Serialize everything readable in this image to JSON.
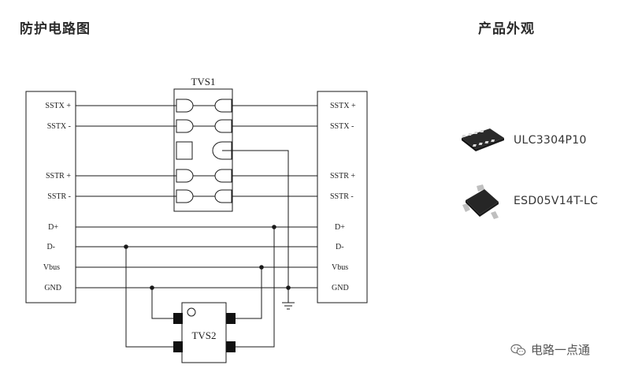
{
  "titles": {
    "left": "防护电路图",
    "right": "产品外观"
  },
  "circuit": {
    "left_pins": [
      "SSTX +",
      "SSTX -",
      "SSTR +",
      "SSTR -",
      "D+",
      "D-",
      "Vbus",
      "GND"
    ],
    "right_pins": [
      "SSTX +",
      "SSTX -",
      "SSTR +",
      "SSTR -",
      "D+",
      "D-",
      "Vbus",
      "GND"
    ],
    "tvs1_label": "TVS1",
    "tvs2_label": "TVS2"
  },
  "products": [
    {
      "name": "ULC3304P10",
      "icon": "dfn-package-chip-icon"
    },
    {
      "name": "ESD05V14T-LC",
      "icon": "sot23-package-chip-icon"
    }
  ],
  "watermark": {
    "text": "电路一点通",
    "icon": "wechat-icon"
  },
  "colors": {
    "line": "#1a1a1a",
    "title": "#2b2b2b"
  }
}
